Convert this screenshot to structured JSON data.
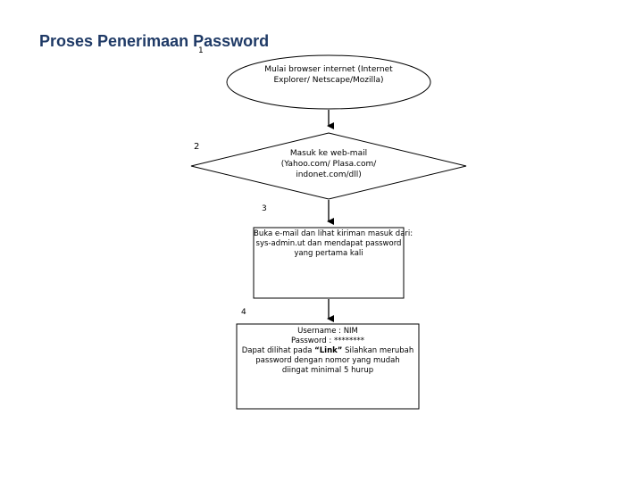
{
  "title": "Proses Penerimaan Password",
  "title_index": "1",
  "steps": {
    "start": {
      "lines": [
        "Mulai browser internet (Internet",
        "Explorer/ Netscape/Mozilla)"
      ]
    },
    "webmail": {
      "number": "2",
      "lines": [
        "Masuk ke web-mail",
        "(Yahoo.com/ Plasa.com/",
        "indonet.com/dll)"
      ]
    },
    "open_mail": {
      "number": "3",
      "lines": [
        "Buka e-mail dan lihat kiriman masuk dari:",
        "sys-admin.ut dan mendapat password",
        "yang pertama kali"
      ]
    },
    "credentials": {
      "number": "4",
      "username": "Username : NIM",
      "password": "Password : ********",
      "note_prefix": "Dapat dilihat pada",
      "note_link": "“Link”",
      "note_suffix": "Silahkan merubah",
      "lines": [
        "password dengan nomor yang mudah",
        "diingat minimal 5 hurup"
      ]
    }
  },
  "colors": {
    "title": "#1f3a66",
    "stroke": "#000000"
  }
}
